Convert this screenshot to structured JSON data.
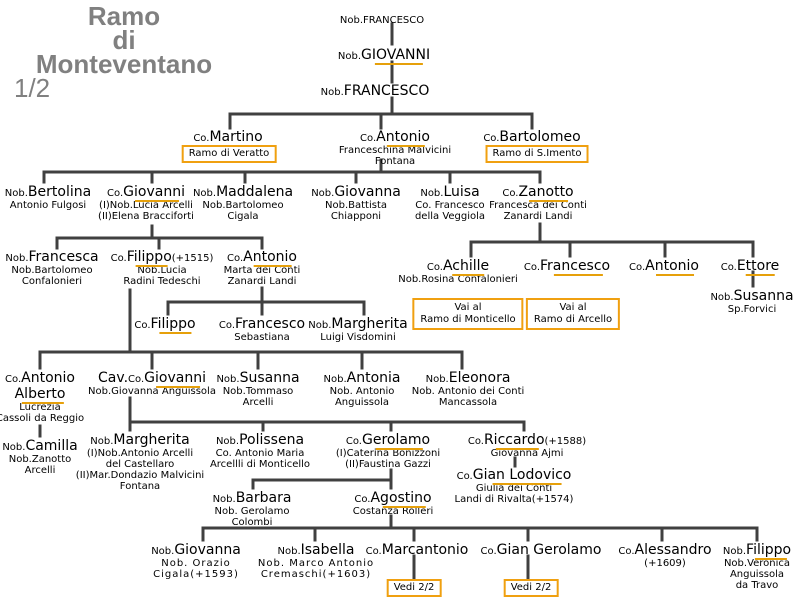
{
  "title": {
    "l1": "Ramo",
    "l2": "di",
    "l3": "Monteventano",
    "l4": "1/2"
  },
  "g1": {
    "pf": "Nob.",
    "nm": "FRANCESCO"
  },
  "g2": {
    "pf": "Nob.",
    "nm": "GIOVANNI"
  },
  "g3": {
    "pf": "Nob.",
    "nm": "FRANCESCO"
  },
  "martino": {
    "pf": "Co.",
    "nm": "Martino",
    "box": "Ramo di Veratto"
  },
  "antonio1": {
    "pf": "Co.",
    "nm": "Antonio",
    "s1": "Franceschina Malvicini",
    "s2": "Fontana"
  },
  "bartolomeo": {
    "pf": "Co.",
    "nm": "Bartolomeo",
    "box": "Ramo di S.Imento"
  },
  "bertolina": {
    "pf": "Nob.",
    "nm": "Bertolina",
    "s1": "Antonio Fulgosi"
  },
  "giovanni1": {
    "pf": "Co.",
    "nm": "Giovanni",
    "s1": "(I)Nob.Lucia Arcelli",
    "s2": "(II)Elena Bracciforti"
  },
  "maddalena": {
    "pf": "Nob.",
    "nm": "Maddalena",
    "s1": "Nob.Bartolomeo",
    "s2": "Cigala"
  },
  "giovanna1": {
    "pf": "Nob.",
    "nm": "Giovanna",
    "s1": "Nob.Battista",
    "s2": "Chiapponi"
  },
  "luisa": {
    "pf": "Nob.",
    "nm": "Luisa",
    "s1": "Co. Francesco",
    "s2": "della Veggiola"
  },
  "zanotto": {
    "pf": "Co.",
    "nm": "Zanotto",
    "s1": "Francesca dei Conti",
    "s2": "Zanardi Landi"
  },
  "francesca": {
    "pf": "Nob.",
    "nm": "Francesca",
    "s1": "Nob.Bartolomeo",
    "s2": "Confalonieri"
  },
  "filippo1": {
    "pf": "Co.",
    "nm": "Filippo",
    "ex": "(+1515)",
    "s1": "Nob.Lucia",
    "s2": "Radini Tedeschi"
  },
  "antonio2": {
    "pf": "Co.",
    "nm": "Antonio",
    "s1": "Marta dei Conti",
    "s2": "Zanardi Landi"
  },
  "achille": {
    "pf": "Co.",
    "nm": "Achille",
    "s1": "Nob.Rosina Confalonieri",
    "box": "Vai al",
    "box2": "Ramo di Monticello"
  },
  "francesco2": {
    "pf": "Co.",
    "nm": "Francesco",
    "box": "Vai al",
    "box2": "Ramo di Arcello"
  },
  "antonio3": {
    "pf": "Co.",
    "nm": "Antonio"
  },
  "ettore": {
    "pf": "Co.",
    "nm": "Ettore"
  },
  "susanna1": {
    "pf": "Nob.",
    "nm": "Susanna",
    "s1": "Sp.Forvici"
  },
  "filippo2": {
    "pf": "Co.",
    "nm": "Filippo"
  },
  "francesco3": {
    "pf": "Co.",
    "nm": "Francesco",
    "s1": "Sebastiana"
  },
  "margherita1": {
    "pf": "Nob.",
    "nm": "Margherita",
    "s1": "Luigi Visdomini"
  },
  "alberto": {
    "pf": "Co.",
    "nm": "Antonio",
    "nm2": "Alberto",
    "s1": "Lucrezia",
    "s2": "Cassoli da Reggio"
  },
  "giovanni2": {
    "pf": "Cav.",
    "pf2": "Co.",
    "nm": "Giovanni",
    "s1": "Nob.Giovanna Anguissola"
  },
  "susanna2": {
    "pf": "Nob.",
    "nm": "Susanna",
    "s1": "Nob.Tommaso",
    "s2": "Arcelli"
  },
  "antonia": {
    "pf": "Nob.",
    "nm": "Antonia",
    "s1": "Nob. Antonio",
    "s2": "Anguissola"
  },
  "eleonora": {
    "pf": "Nob.",
    "nm": "Eleonora",
    "s1": "Nob. Antonio dei Conti",
    "s2": "Mancassola"
  },
  "camilla": {
    "pf": "Nob.",
    "nm": "Camilla",
    "s1": "Nob.Zanotto",
    "s2": "Arcelli"
  },
  "margherita2": {
    "pf": "Nob.",
    "nm": "Margherita",
    "s1": "(I)Nob.Antonio Arcelli",
    "s2": "del Castellaro",
    "s3": "(II)Mar.Dondazio Malvicini",
    "s4": "Fontana"
  },
  "polissena": {
    "pf": "Nob.",
    "nm": "Polissena",
    "s1": "Co. Antonio Maria",
    "s2": "Arcellli di Monticello"
  },
  "gerolamo": {
    "pf": "Co.",
    "nm": "Gerolamo",
    "s1": "(I)Caterina Bonizzoni",
    "s2": "(II)Faustina Gazzi"
  },
  "riccardo": {
    "pf": "Co.",
    "nm": "Riccardo",
    "ex": "(+1588)",
    "s1": "Giovanna Ajmi"
  },
  "gianlodovico": {
    "pf": "Co.",
    "nm": "Gian Lodovico",
    "s1": "Giulia dei Conti",
    "s2": "Landi di Rivalta(+1574)"
  },
  "barbara": {
    "pf": "Nob.",
    "nm": "Barbara",
    "s1": "Nob. Gerolamo",
    "s2": "Colombi"
  },
  "agostino": {
    "pf": "Co.",
    "nm": "Agostino",
    "s1": "Costanza Rolleri"
  },
  "giovanna2": {
    "pf": "Nob.",
    "nm": "Giovanna",
    "s1": "Nob. Orazio",
    "s2": "Cigala(+1593)"
  },
  "isabella": {
    "pf": "Nob.",
    "nm": "Isabella",
    "s1": "Nob. Marco Antonio",
    "s2": "Cremaschi(+1603)"
  },
  "marcantonio": {
    "pf": "Co.",
    "nm": "Marcantonio",
    "box": "Vedi 2/2"
  },
  "giangerolamo": {
    "pf": "Co.",
    "nm": "Gian Gerolamo",
    "box": "Vedi 2/2"
  },
  "alessandro": {
    "pf": "Co.",
    "nm": "Alessandro",
    "s1": "(+1609)"
  },
  "filippo3": {
    "pf": "Nob.",
    "nm": "Filippo",
    "s1": "Nob.Veronica",
    "s2": "Anguissola",
    "s3": "da Travo"
  },
  "colors": {
    "line": "#404040",
    "underline": "#e6a00a",
    "box": "#f0a010",
    "title": "#808080"
  }
}
